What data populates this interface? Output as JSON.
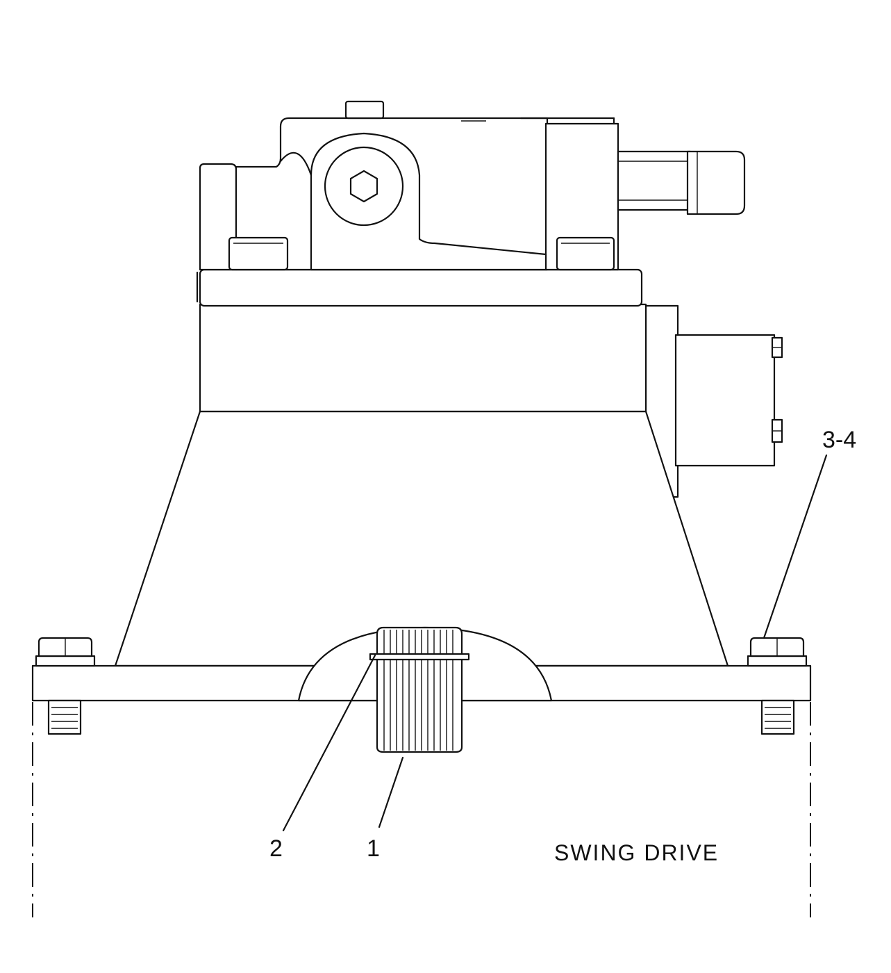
{
  "callouts": {
    "part_1": "1",
    "part_2": "2",
    "part_3_4": "3-4"
  },
  "caption": "SWING DRIVE"
}
